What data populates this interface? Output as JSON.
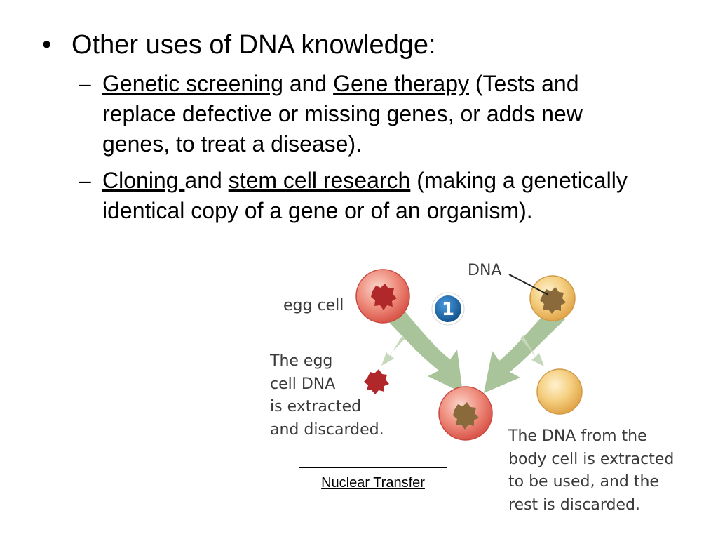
{
  "slide": {
    "bullet": {
      "symbol": "•",
      "text": "Other uses of DNA knowledge:"
    },
    "sub_items": [
      {
        "dash": "–",
        "parts": [
          "Genetic screening",
          " and ",
          "Gene therapy",
          " (Tests and replace defective or missing genes, or adds new genes, to treat a disease)."
        ]
      },
      {
        "dash": "–",
        "parts": [
          "Cloning ",
          "and ",
          "stem cell research",
          " (making a genetically identical copy of a gene or of an organism)."
        ]
      }
    ]
  },
  "diagram": {
    "egg_label": "egg cell",
    "dna_label": "DNA",
    "step_number": "1",
    "egg_caption_lines": [
      "The egg",
      "cell DNA",
      "is extracted",
      "and discarded."
    ],
    "body_caption_lines": [
      "The DNA from the",
      "body cell is extracted",
      "to be used, and the",
      "rest is discarded."
    ],
    "colors": {
      "egg_cell": "#e8705f",
      "nucleus_red": "#b0282a",
      "body_cell": "#f0c46a",
      "nucleus_brown": "#8a6a3a",
      "arrow": "#a9c49a",
      "step_badge": "#1a6aa8"
    }
  },
  "caption_box": {
    "text": "Nuclear Transfer"
  }
}
